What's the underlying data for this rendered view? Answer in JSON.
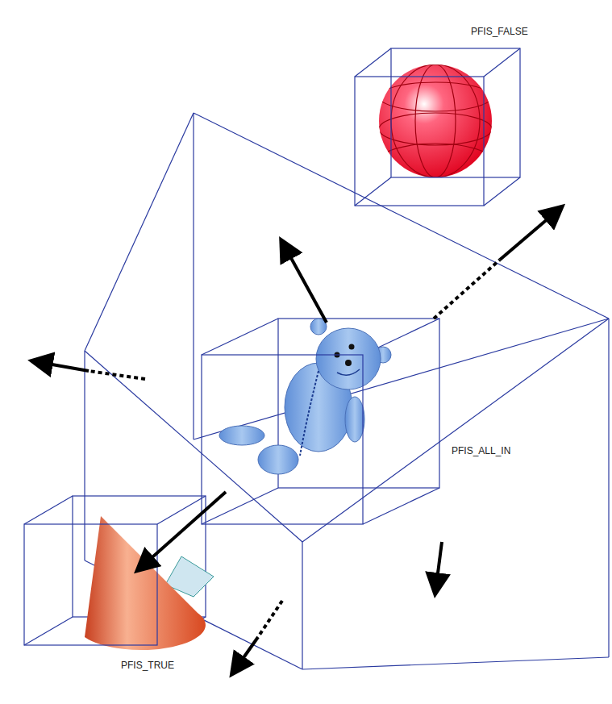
{
  "diagram": {
    "labels": [
      "PFIS_FALSE",
      "PFIS_ALL_IN",
      "PFIS_TRUE"
    ]
  }
}
